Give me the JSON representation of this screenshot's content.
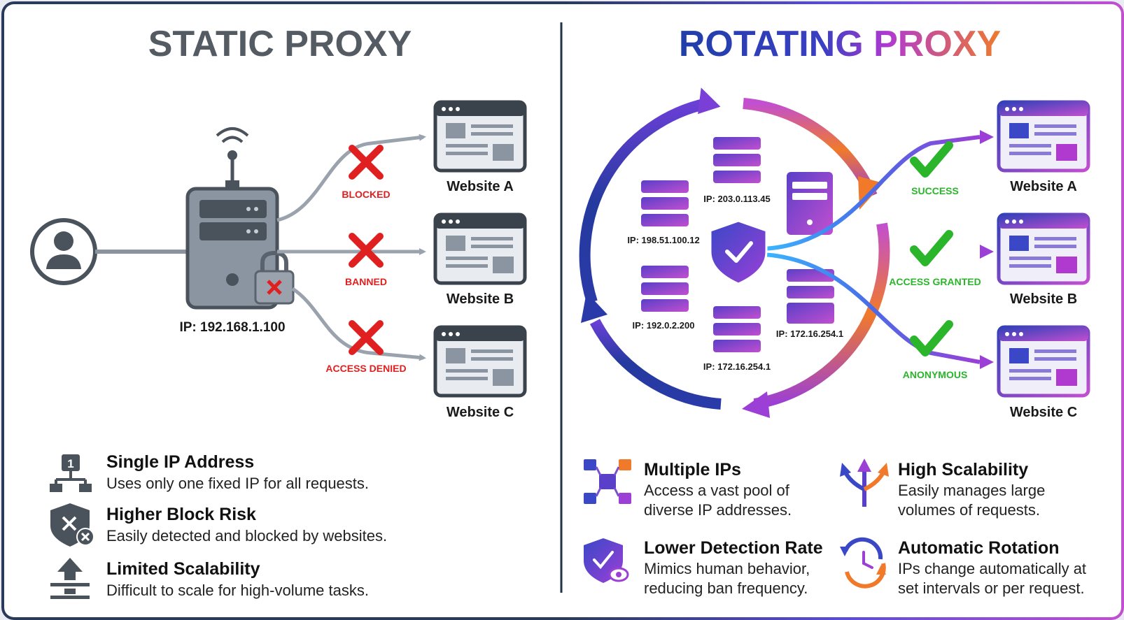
{
  "static": {
    "title": "STATIC PROXY",
    "ip": "IP: 192.168.1.100",
    "statuses": [
      "BLOCKED",
      "BANNED",
      "ACCESS DENIED"
    ],
    "websites": [
      "Website A",
      "Website B",
      "Website C"
    ],
    "features": [
      {
        "title": "Single IP Address",
        "desc": "Uses only one fixed IP for all requests.",
        "icon": "single-ip-icon"
      },
      {
        "title": "Higher Block Risk",
        "desc": "Easily detected and blocked by websites.",
        "icon": "shield-x-icon"
      },
      {
        "title": "Limited Scalability",
        "desc": "Difficult to scale for high-volume tasks.",
        "icon": "limited-scale-icon"
      }
    ]
  },
  "rotating": {
    "title": "ROTATING PROXY",
    "ips": [
      "IP: 203.0.113.45",
      "IP: 198.51.100.12",
      "IP: 192.0.2.200",
      "IP: 172.16.254.1",
      "IP: 172.16.254.1"
    ],
    "statuses": [
      "SUCCESS",
      "ACCESS GRANTED",
      "ANONYMOUS"
    ],
    "websites": [
      "Website A",
      "Website B",
      "Website C"
    ],
    "features": [
      {
        "title": "Multiple IPs",
        "desc1": "Access a vast pool of",
        "desc2": "diverse IP addresses.",
        "icon": "network-nodes-icon"
      },
      {
        "title": "High Scalability",
        "desc1": "Easily manages large",
        "desc2": "volumes of requests.",
        "icon": "branch-arrows-icon"
      },
      {
        "title": "Lower Detection Rate",
        "desc1": "Mimics human behavior,",
        "desc2": "reducing ban frequency.",
        "icon": "shield-eye-icon"
      },
      {
        "title": "Automatic Rotation",
        "desc1": "IPs change automatically at",
        "desc2": "set intervals or per request.",
        "icon": "rotation-clock-icon"
      }
    ]
  },
  "colors": {
    "static_title": "#555b63",
    "error_red": "#e02020",
    "success_green": "#2bb52b",
    "server_gray": "#6f7b88",
    "rot_blue": "#2a3aa8",
    "rot_purple": "#9b3fd6",
    "rot_orange": "#f07a2a"
  }
}
